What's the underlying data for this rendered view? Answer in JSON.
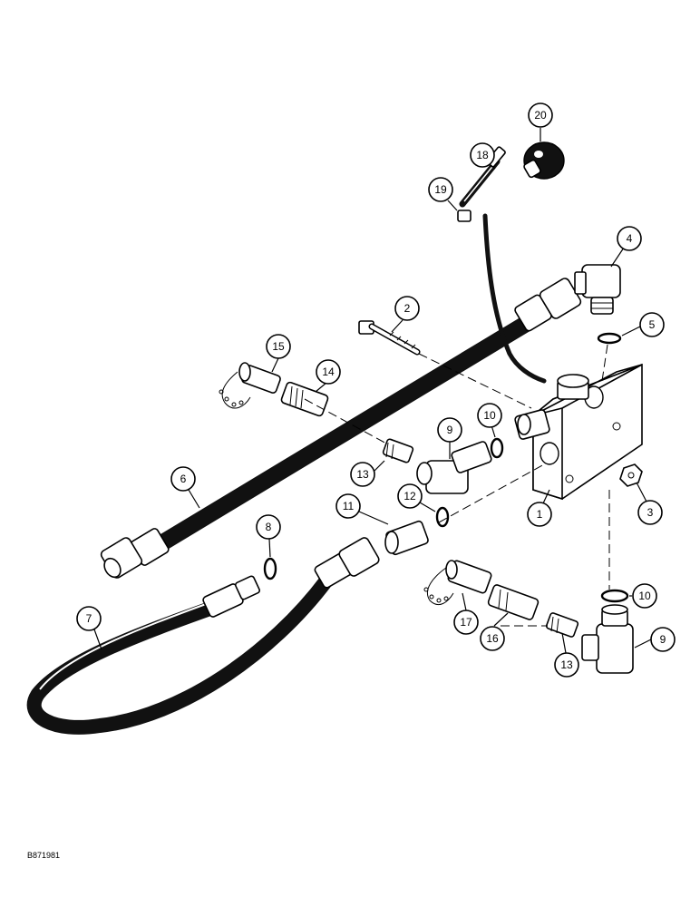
{
  "callouts": [
    "1",
    "2",
    "3",
    "4",
    "5",
    "6",
    "7",
    "8",
    "9",
    "9",
    "10",
    "10",
    "11",
    "12",
    "13",
    "13",
    "14",
    "15",
    "16",
    "17",
    "18",
    "19",
    "20"
  ],
  "drawing_code": "B871981"
}
